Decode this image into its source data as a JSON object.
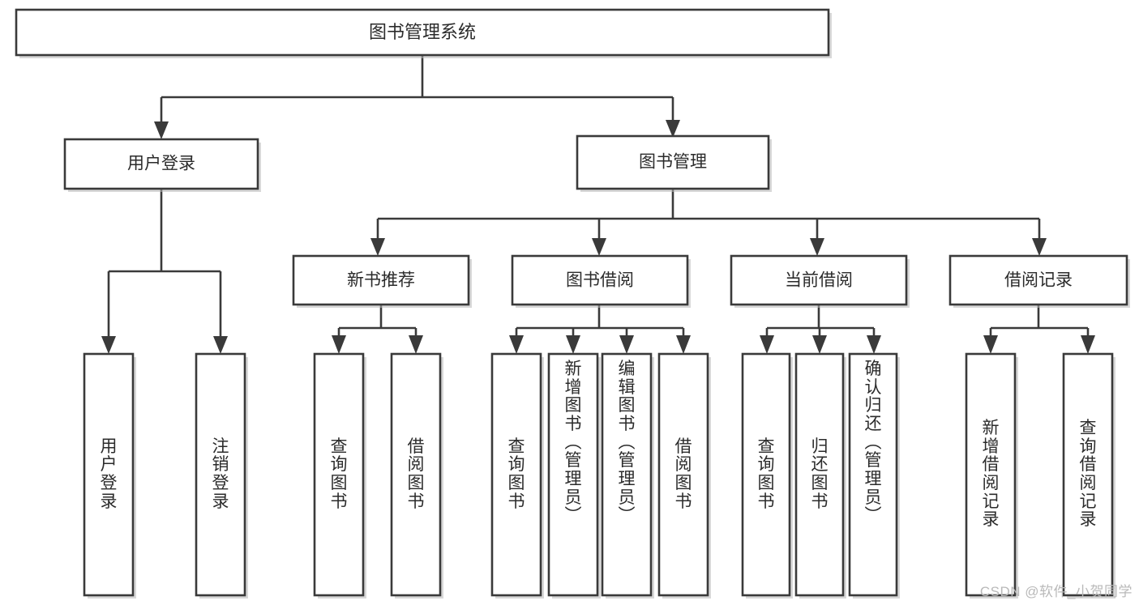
{
  "diagram": {
    "title": "图书管理系统",
    "watermark": "CSDN @软件_小贺同学",
    "type": "tree-hierarchy",
    "colors": {
      "stroke": "#3a3a3a",
      "fill": "#ffffff",
      "text": "#2b2b2b",
      "watermark": "#b9b9b9",
      "background": "#ffffff"
    },
    "root": {
      "label": "图书管理系统"
    },
    "level1": [
      {
        "label": "用户登录"
      },
      {
        "label": "图书管理"
      }
    ],
    "level2": [
      {
        "label": "新书推荐"
      },
      {
        "label": "图书借阅"
      },
      {
        "label": "当前借阅"
      },
      {
        "label": "借阅记录"
      }
    ],
    "leaves": {
      "user_login": [
        {
          "label": "用户登录"
        },
        {
          "label": "注销登录"
        }
      ],
      "new_book_recommend": [
        {
          "label": "查询图书"
        },
        {
          "label": "借阅图书"
        }
      ],
      "book_borrow": [
        {
          "label": "查询图书"
        },
        {
          "label": "新增图书（管理员）"
        },
        {
          "label": "编辑图书（管理员）"
        },
        {
          "label": "借阅图书"
        }
      ],
      "current_borrow": [
        {
          "label": "查询图书"
        },
        {
          "label": "归还图书"
        },
        {
          "label": "确认归还（管理员）"
        }
      ],
      "borrow_record": [
        {
          "label": "新增借阅记录"
        },
        {
          "label": "查询借阅记录"
        }
      ]
    }
  }
}
